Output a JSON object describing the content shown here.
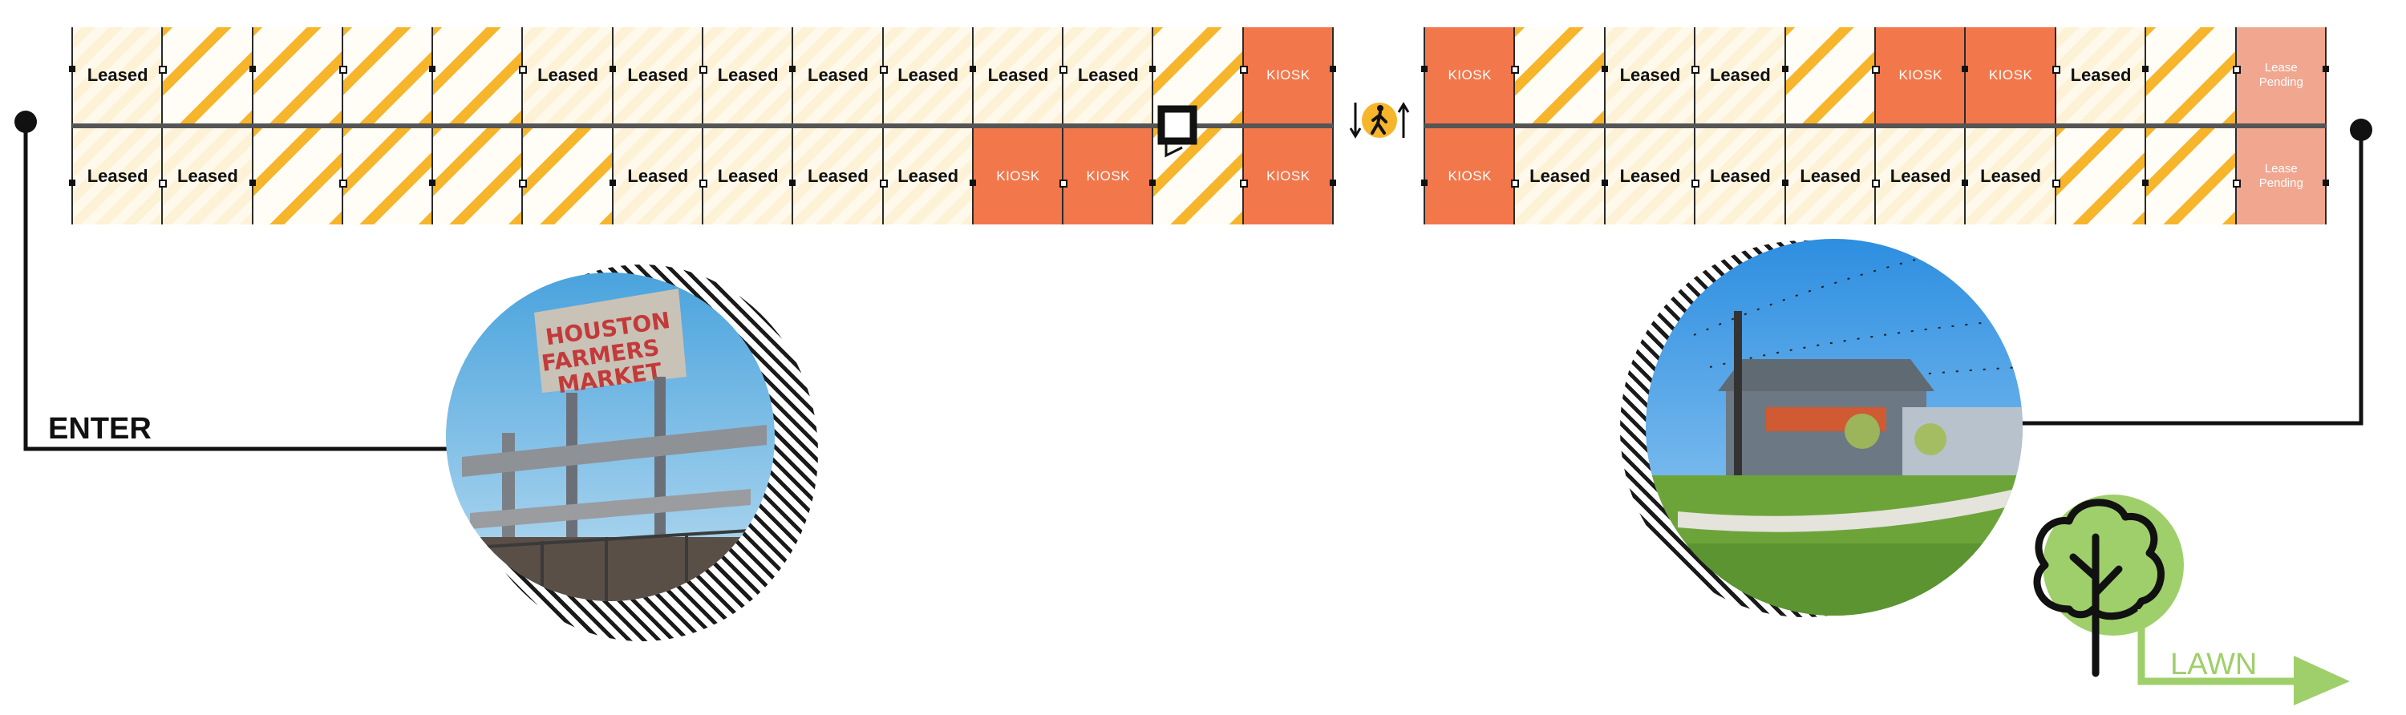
{
  "labels": {
    "leased": "Leased",
    "kiosk": "KIOSK",
    "lease_pending": "Lease\nPending",
    "enter": "ENTER",
    "lawn": "LAWN"
  },
  "left_block": {
    "top_row": [
      "available-leased",
      "available",
      "available",
      "available",
      "available",
      "leased",
      "leased",
      "leased",
      "leased",
      "leased",
      "leased",
      "leased",
      "available",
      "kiosk"
    ],
    "bottom_row": [
      "leased",
      "leased",
      "available",
      "available",
      "available",
      "available",
      "leased",
      "leased",
      "leased",
      "leased",
      "kiosk",
      "kiosk",
      "available",
      "kiosk"
    ]
  },
  "right_block": {
    "top_row": [
      "kiosk",
      "available",
      "leased",
      "leased",
      "available",
      "kiosk",
      "kiosk",
      "leased",
      "available",
      "pending"
    ],
    "bottom_row": [
      "kiosk",
      "leased",
      "leased",
      "leased",
      "leased",
      "leased",
      "leased",
      "available",
      "available",
      "pending"
    ]
  },
  "colors": {
    "kiosk": "#f2774b",
    "lease_pending": "#f0a68f",
    "available_stripe": "#f7b52c",
    "leased_tint": "#fdf1d6",
    "lawn_green": "#9fcf6a",
    "line": "#111111"
  },
  "icons": {
    "stairs": "stairs-icon",
    "pedestrian": "pedestrian-icon",
    "tree": "tree-icon",
    "lawn_arrow": "arrow-right-icon"
  },
  "photos": {
    "left": "houston-farmers-market-sign-photo",
    "right": "market-building-lawn-photo"
  }
}
